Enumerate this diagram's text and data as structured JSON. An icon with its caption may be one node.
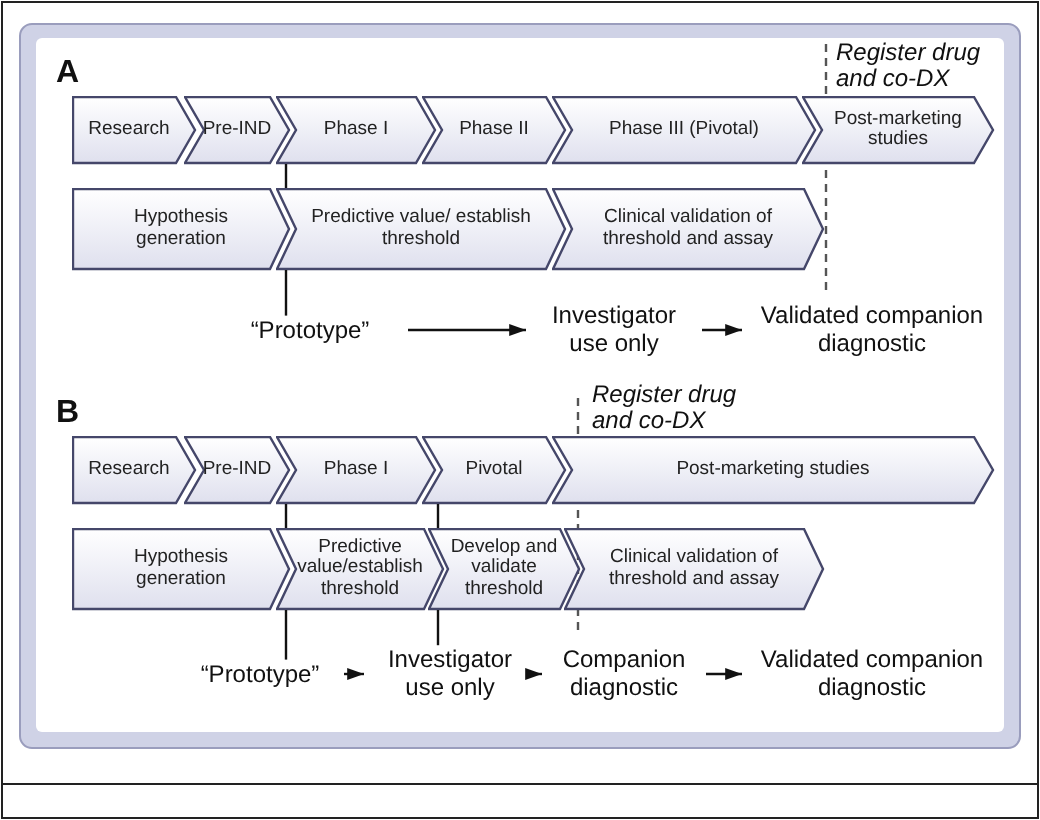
{
  "diagram": {
    "nodes": [
      {
        "text": [
          "Research"
        ]
      },
      {
        "text": [
          "Pre-IND"
        ]
      },
      {
        "text": [
          "Phase I"
        ]
      },
      {
        "text": [
          "Phase II"
        ]
      },
      {
        "text": [
          "Phase III (Pivotal)"
        ]
      },
      {
        "text": [
          "Post-marketing studies"
        ]
      },
      {
        "text": [
          "Hypothesis generation"
        ]
      },
      {
        "text": [
          "Predictive value/ establish threshold"
        ]
      },
      {
        "text": [
          "Clinical validation of threshold and assay"
        ]
      },
      {
        "text": [
          "“Prototype”"
        ]
      },
      {
        "text": [
          "Investigator use only"
        ]
      },
      {
        "text": [
          "Validated companion diagnostic"
        ]
      },
      {
        "text": [
          "Research"
        ]
      },
      {
        "text": [
          "Pre-IND"
        ]
      },
      {
        "text": [
          "Phase I"
        ]
      },
      {
        "text": [
          "Pivotal"
        ]
      },
      {
        "text": [
          "Post-marketing studies"
        ]
      },
      {
        "text": [
          "Hypothesis generation"
        ]
      },
      {
        "text": [
          "Predictive value/establish threshold"
        ]
      },
      {
        "text": [
          "Develop and validate threshold"
        ]
      },
      {
        "text": [
          "Clinical validation of threshold and assay"
        ]
      },
      {
        "text": [
          "“Prototype”"
        ]
      },
      {
        "text": [
          "Investigator use only"
        ]
      },
      {
        "text": [
          "Companion diagnostic"
        ]
      },
      {
        "text": [
          "Validated companion diagnostic"
        ]
      }
    ],
    "edges": [
      {
        "from": 2,
        "to": 7,
        "arrow": "none"
      },
      {
        "from": 7,
        "to": 9,
        "arrow": "none"
      },
      {
        "from": 9,
        "to": 10,
        "arrow": "to"
      },
      {
        "from": 10,
        "to": 11,
        "arrow": "to"
      },
      {
        "from": 14,
        "to": 18,
        "arrow": "none"
      },
      {
        "from": 15,
        "to": 19,
        "arrow": "none"
      },
      {
        "from": 18,
        "to": 21,
        "arrow": "none"
      },
      {
        "from": 19,
        "to": 22,
        "arrow": "none"
      },
      {
        "from": 21,
        "to": 22,
        "arrow": "to"
      },
      {
        "from": 22,
        "to": 23,
        "arrow": "to"
      },
      {
        "from": 23,
        "to": 24,
        "arrow": "to"
      }
    ],
    "labels": [
      "A",
      "Register drug and co-DX",
      "B",
      "Register drug and co-DX"
    ]
  }
}
